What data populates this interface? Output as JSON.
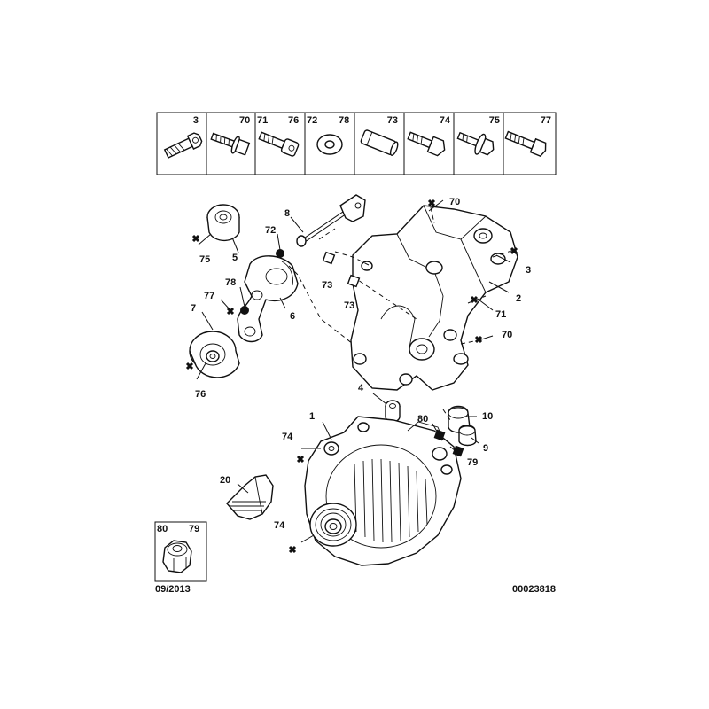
{
  "legend": {
    "cells": [
      {
        "labels": [
          "3"
        ],
        "icon": "bolt-icon"
      },
      {
        "labels": [
          "70",
          "71"
        ],
        "icon": "flanged-screw-icon"
      },
      {
        "labels": [
          "76",
          "72"
        ],
        "icon": "socket-screw-icon"
      },
      {
        "labels": [
          "78"
        ],
        "icon": "washer-icon"
      },
      {
        "labels": [
          "73"
        ],
        "icon": "dowel-pin-icon"
      },
      {
        "labels": [
          "74"
        ],
        "icon": "hex-screw-icon"
      },
      {
        "labels": [
          "75"
        ],
        "icon": "collar-screw-icon"
      },
      {
        "labels": [
          "77"
        ],
        "icon": "long-bolt-icon"
      }
    ]
  },
  "nut_legend": {
    "labels": [
      "80",
      "79"
    ],
    "icon": "hex-nut-icon"
  },
  "callouts": {
    "c1": "1",
    "c2": "2",
    "c3": "3",
    "c4": "4",
    "c5": "5",
    "c6": "6",
    "c7": "7",
    "c8": "8",
    "c9": "9",
    "c10": "10",
    "c20": "20",
    "c70a": "70",
    "c70b": "70",
    "c71": "71",
    "c72": "72",
    "c73a": "73",
    "c73b": "73",
    "c74a": "74",
    "c74b": "74",
    "c75": "75",
    "c76": "76",
    "c77": "77",
    "c78": "78",
    "c79": "79",
    "c80": "80"
  },
  "footer": {
    "date": "09/2013",
    "ref": "00023818"
  }
}
